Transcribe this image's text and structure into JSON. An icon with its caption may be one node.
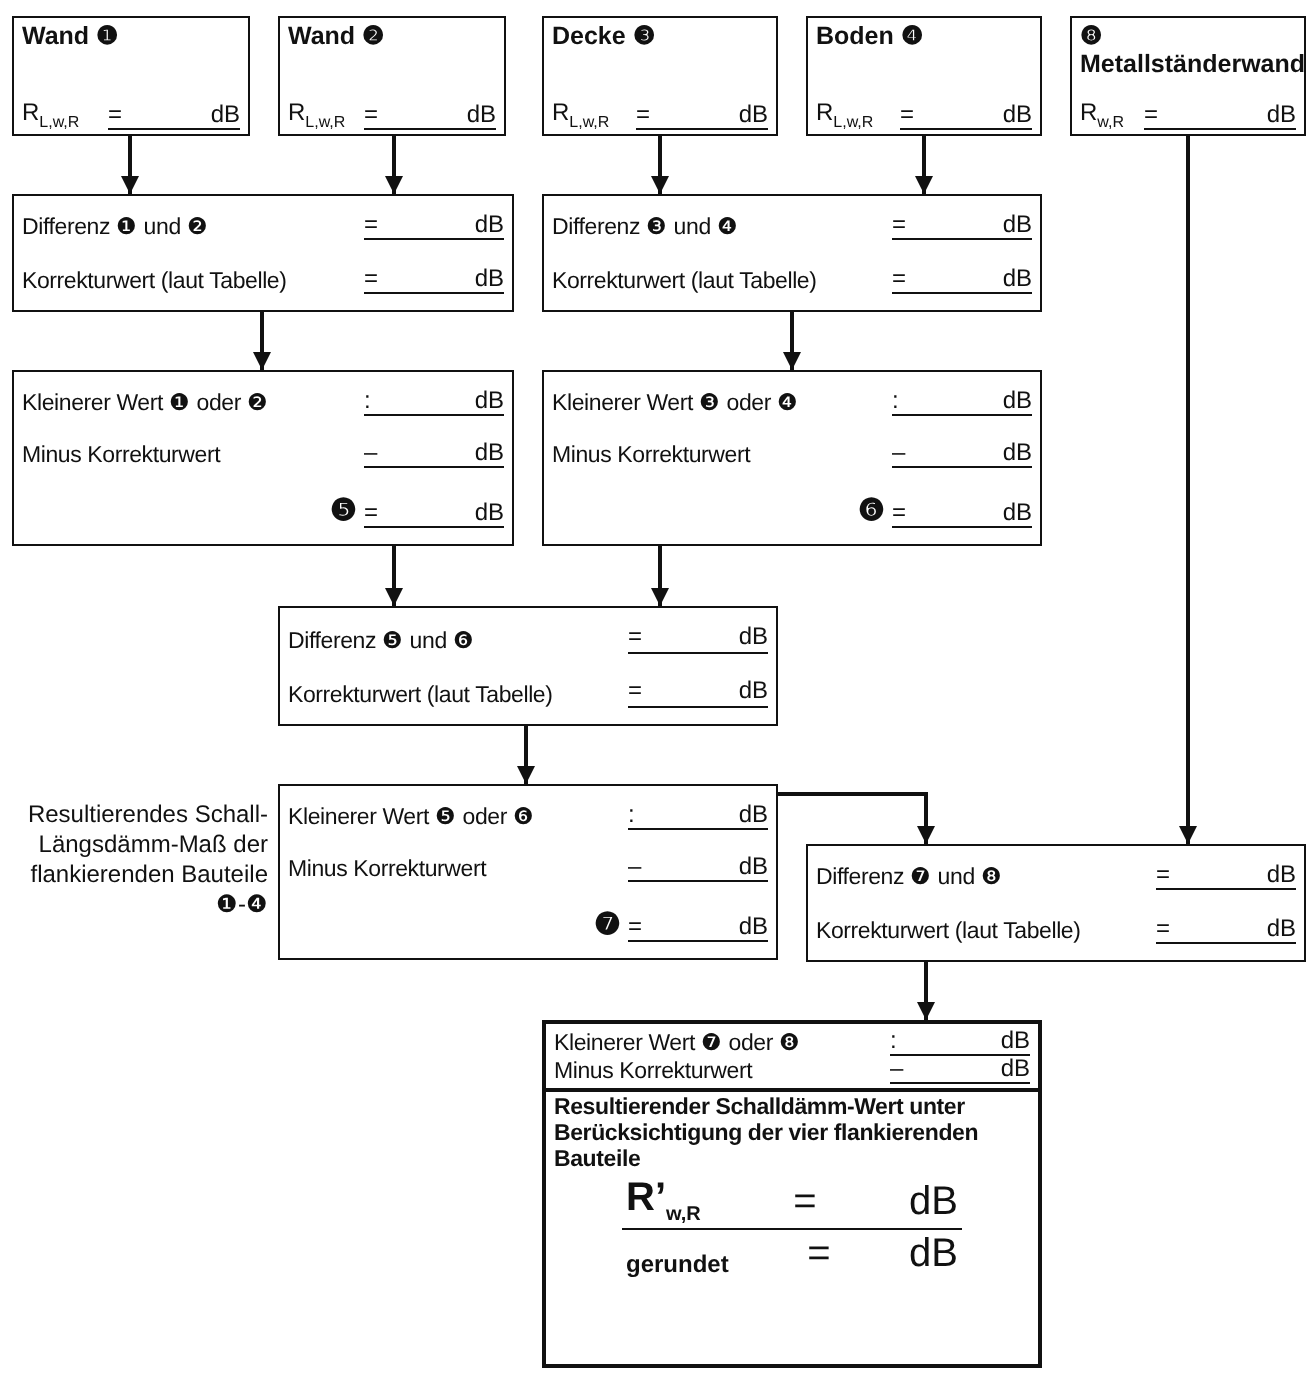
{
  "diagram": {
    "nodes": [
      {
        "text": [
          "Wand ❶",
          "R$_{L,w,R}$",
          "=",
          "dB"
        ]
      },
      {
        "text": [
          "Wand ❷",
          "R$_{L,w,R}$",
          "=",
          "dB"
        ]
      },
      {
        "text": [
          "Decke ❸",
          "R$_{L,w,R}$",
          "=",
          "dB"
        ]
      },
      {
        "text": [
          "Boden ❹",
          "R$_{L,w,R}$",
          "=",
          "dB"
        ]
      },
      {
        "text": [
          "❽",
          "Metallständerwand",
          "R$_{w,R}$",
          "=",
          "dB"
        ]
      },
      {
        "text": [
          "Differenz ❶ und ❷",
          "=",
          "dB",
          "Korrekturwert (laut Tabelle)",
          "=",
          "dB"
        ]
      },
      {
        "text": [
          "Differenz ❸ und ❹",
          "=",
          "dB",
          "Korrekturwert (laut Tabelle)",
          "=",
          "dB"
        ]
      },
      {
        "text": [
          "Kleinerer Wert ❶ oder ❷",
          ":",
          "dB",
          "Minus Korrekturwert",
          "–",
          "dB",
          "❺",
          "=",
          "dB"
        ]
      },
      {
        "text": [
          "Kleinerer Wert ❸ oder ❹",
          ":",
          "dB",
          "Minus Korrekturwert",
          "–",
          "dB",
          "❻",
          "=",
          "dB"
        ]
      },
      {
        "text": [
          "Differenz ❺ und ❻",
          "=",
          "dB",
          "Korrekturwert (laut Tabelle)",
          "=",
          "dB"
        ]
      },
      {
        "text": [
          "Kleinerer Wert ❺ oder ❻",
          ":",
          "dB",
          "Minus Korrekturwert",
          "–",
          "dB",
          "❼",
          "=",
          "dB"
        ],
        "beside": [
          "Resultierendes Schall-Längsdämm-Maß der flankierenden Bauteile ❶-❹"
        ]
      },
      {
        "text": [
          "Differenz ❼ und ❽",
          "=",
          "dB",
          "Korrekturwert (laut Tabelle)",
          "=",
          "dB"
        ]
      },
      {
        "text": [
          "Kleinerer Wert ❼ oder ❽",
          ":",
          "dB",
          "Minus Korrekturwert",
          "–",
          "dB",
          "Resultierender Schalldämm-Wert unter Berücksichtigung der vier flankierenden Bauteile",
          "R’$_{w,R}$",
          "=",
          "dB",
          "gerundet",
          "=",
          "dB"
        ]
      }
    ],
    "edges": [
      {
        "from": 0,
        "to": 5,
        "arrow": "to"
      },
      {
        "from": 1,
        "to": 5,
        "arrow": "to"
      },
      {
        "from": 2,
        "to": 6,
        "arrow": "to"
      },
      {
        "from": 3,
        "to": 6,
        "arrow": "to"
      },
      {
        "from": 5,
        "to": 7,
        "arrow": "to"
      },
      {
        "from": 6,
        "to": 8,
        "arrow": "to"
      },
      {
        "from": 7,
        "to": 9,
        "arrow": "to"
      },
      {
        "from": 8,
        "to": 9,
        "arrow": "to"
      },
      {
        "from": 9,
        "to": 10,
        "arrow": "to"
      },
      {
        "from": 10,
        "to": 11,
        "arrow": "to"
      },
      {
        "from": 4,
        "to": 11,
        "arrow": "to"
      },
      {
        "from": 11,
        "to": 12,
        "arrow": "to"
      }
    ]
  }
}
